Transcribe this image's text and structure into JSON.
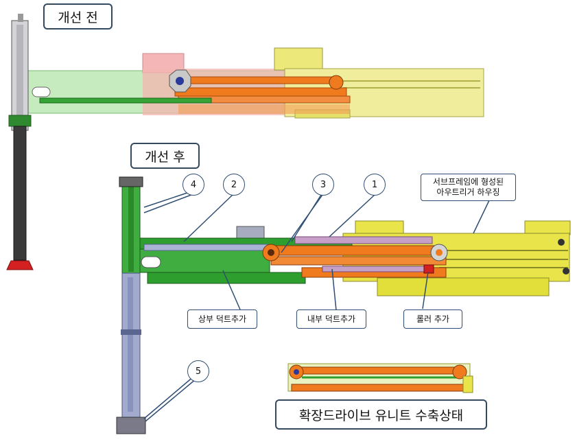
{
  "headings": {
    "before": "개선 전",
    "after": "개선 후",
    "retracted": "확장드라이브 유니트 수축상태"
  },
  "callouts": [
    "1",
    "2",
    "3",
    "4",
    "5"
  ],
  "labels": {
    "subframe_housing_line1": "서브프레임에 형성된",
    "subframe_housing_line2": "아우트리거 하우징",
    "upper_duct": "상부 덕트추가",
    "inner_duct": "내부 덕트추가",
    "roller": "롤러 추가"
  },
  "colors": {
    "yellow": "#e6e641",
    "green": "#2e9e2e",
    "light_green": "#b9e6b0",
    "orange": "#f07a1e",
    "pink": "#f4a9a9",
    "steel": "#9aa6c4",
    "dark_leg": "#3a3a3a",
    "red": "#d42020"
  }
}
